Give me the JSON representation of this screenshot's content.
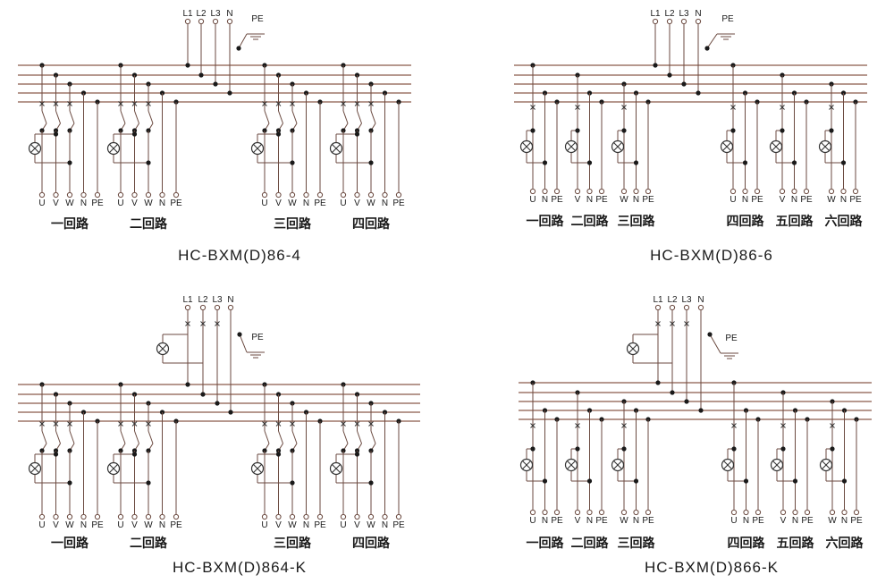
{
  "diagrams": [
    {
      "id": "d1",
      "title": "HC-BXM(D)86-4",
      "bus_labels": [
        "L1",
        "L2",
        "L3",
        "N"
      ],
      "pe_label": "PE",
      "circuits": [
        {
          "terminals": [
            "U",
            "V",
            "W",
            "N",
            "PE"
          ],
          "label": "一回路"
        },
        {
          "terminals": [
            "U",
            "V",
            "W",
            "N",
            "PE"
          ],
          "label": "二回路"
        },
        {
          "terminals": [
            "U",
            "V",
            "W",
            "N",
            "PE"
          ],
          "label": "三回路"
        },
        {
          "terminals": [
            "U",
            "V",
            "W",
            "N",
            "PE"
          ],
          "label": "四回路"
        }
      ]
    },
    {
      "id": "d2",
      "title": "HC-BXM(D)86-6",
      "bus_labels": [
        "L1",
        "L2",
        "L3",
        "N"
      ],
      "pe_label": "PE",
      "circuits": [
        {
          "terminals": [
            "U",
            "N",
            "PE"
          ],
          "label": "一回路"
        },
        {
          "terminals": [
            "V",
            "N",
            "PE"
          ],
          "label": "二回路"
        },
        {
          "terminals": [
            "W",
            "N",
            "PE"
          ],
          "label": "三回路"
        },
        {
          "terminals": [
            "U",
            "N",
            "PE"
          ],
          "label": "四回路"
        },
        {
          "terminals": [
            "V",
            "N",
            "PE"
          ],
          "label": "五回路"
        },
        {
          "terminals": [
            "W",
            "N",
            "PE"
          ],
          "label": "六回路"
        }
      ]
    },
    {
      "id": "d3",
      "title": "HC-BXM(D)864-K",
      "bus_labels": [
        "L1",
        "L2",
        "L3",
        "N"
      ],
      "pe_label": "PE",
      "circuits": [
        {
          "terminals": [
            "U",
            "V",
            "W",
            "N",
            "PE"
          ],
          "label": "一回路"
        },
        {
          "terminals": [
            "U",
            "V",
            "W",
            "N",
            "PE"
          ],
          "label": "二回路"
        },
        {
          "terminals": [
            "U",
            "V",
            "W",
            "N",
            "PE"
          ],
          "label": "三回路"
        },
        {
          "terminals": [
            "U",
            "V",
            "W",
            "N",
            "PE"
          ],
          "label": "四回路"
        }
      ]
    },
    {
      "id": "d4",
      "title": "HC-BXM(D)866-K",
      "bus_labels": [
        "L1",
        "L2",
        "L3",
        "N"
      ],
      "pe_label": "PE",
      "circuits": [
        {
          "terminals": [
            "U",
            "N",
            "PE"
          ],
          "label": "一回路"
        },
        {
          "terminals": [
            "V",
            "N",
            "PE"
          ],
          "label": "二回路"
        },
        {
          "terminals": [
            "W",
            "N",
            "PE"
          ],
          "label": "三回路"
        },
        {
          "terminals": [
            "U",
            "N",
            "PE"
          ],
          "label": "四回路"
        },
        {
          "terminals": [
            "V",
            "N",
            "PE"
          ],
          "label": "五回路"
        },
        {
          "terminals": [
            "W",
            "N",
            "PE"
          ],
          "label": "六回路"
        }
      ]
    }
  ]
}
